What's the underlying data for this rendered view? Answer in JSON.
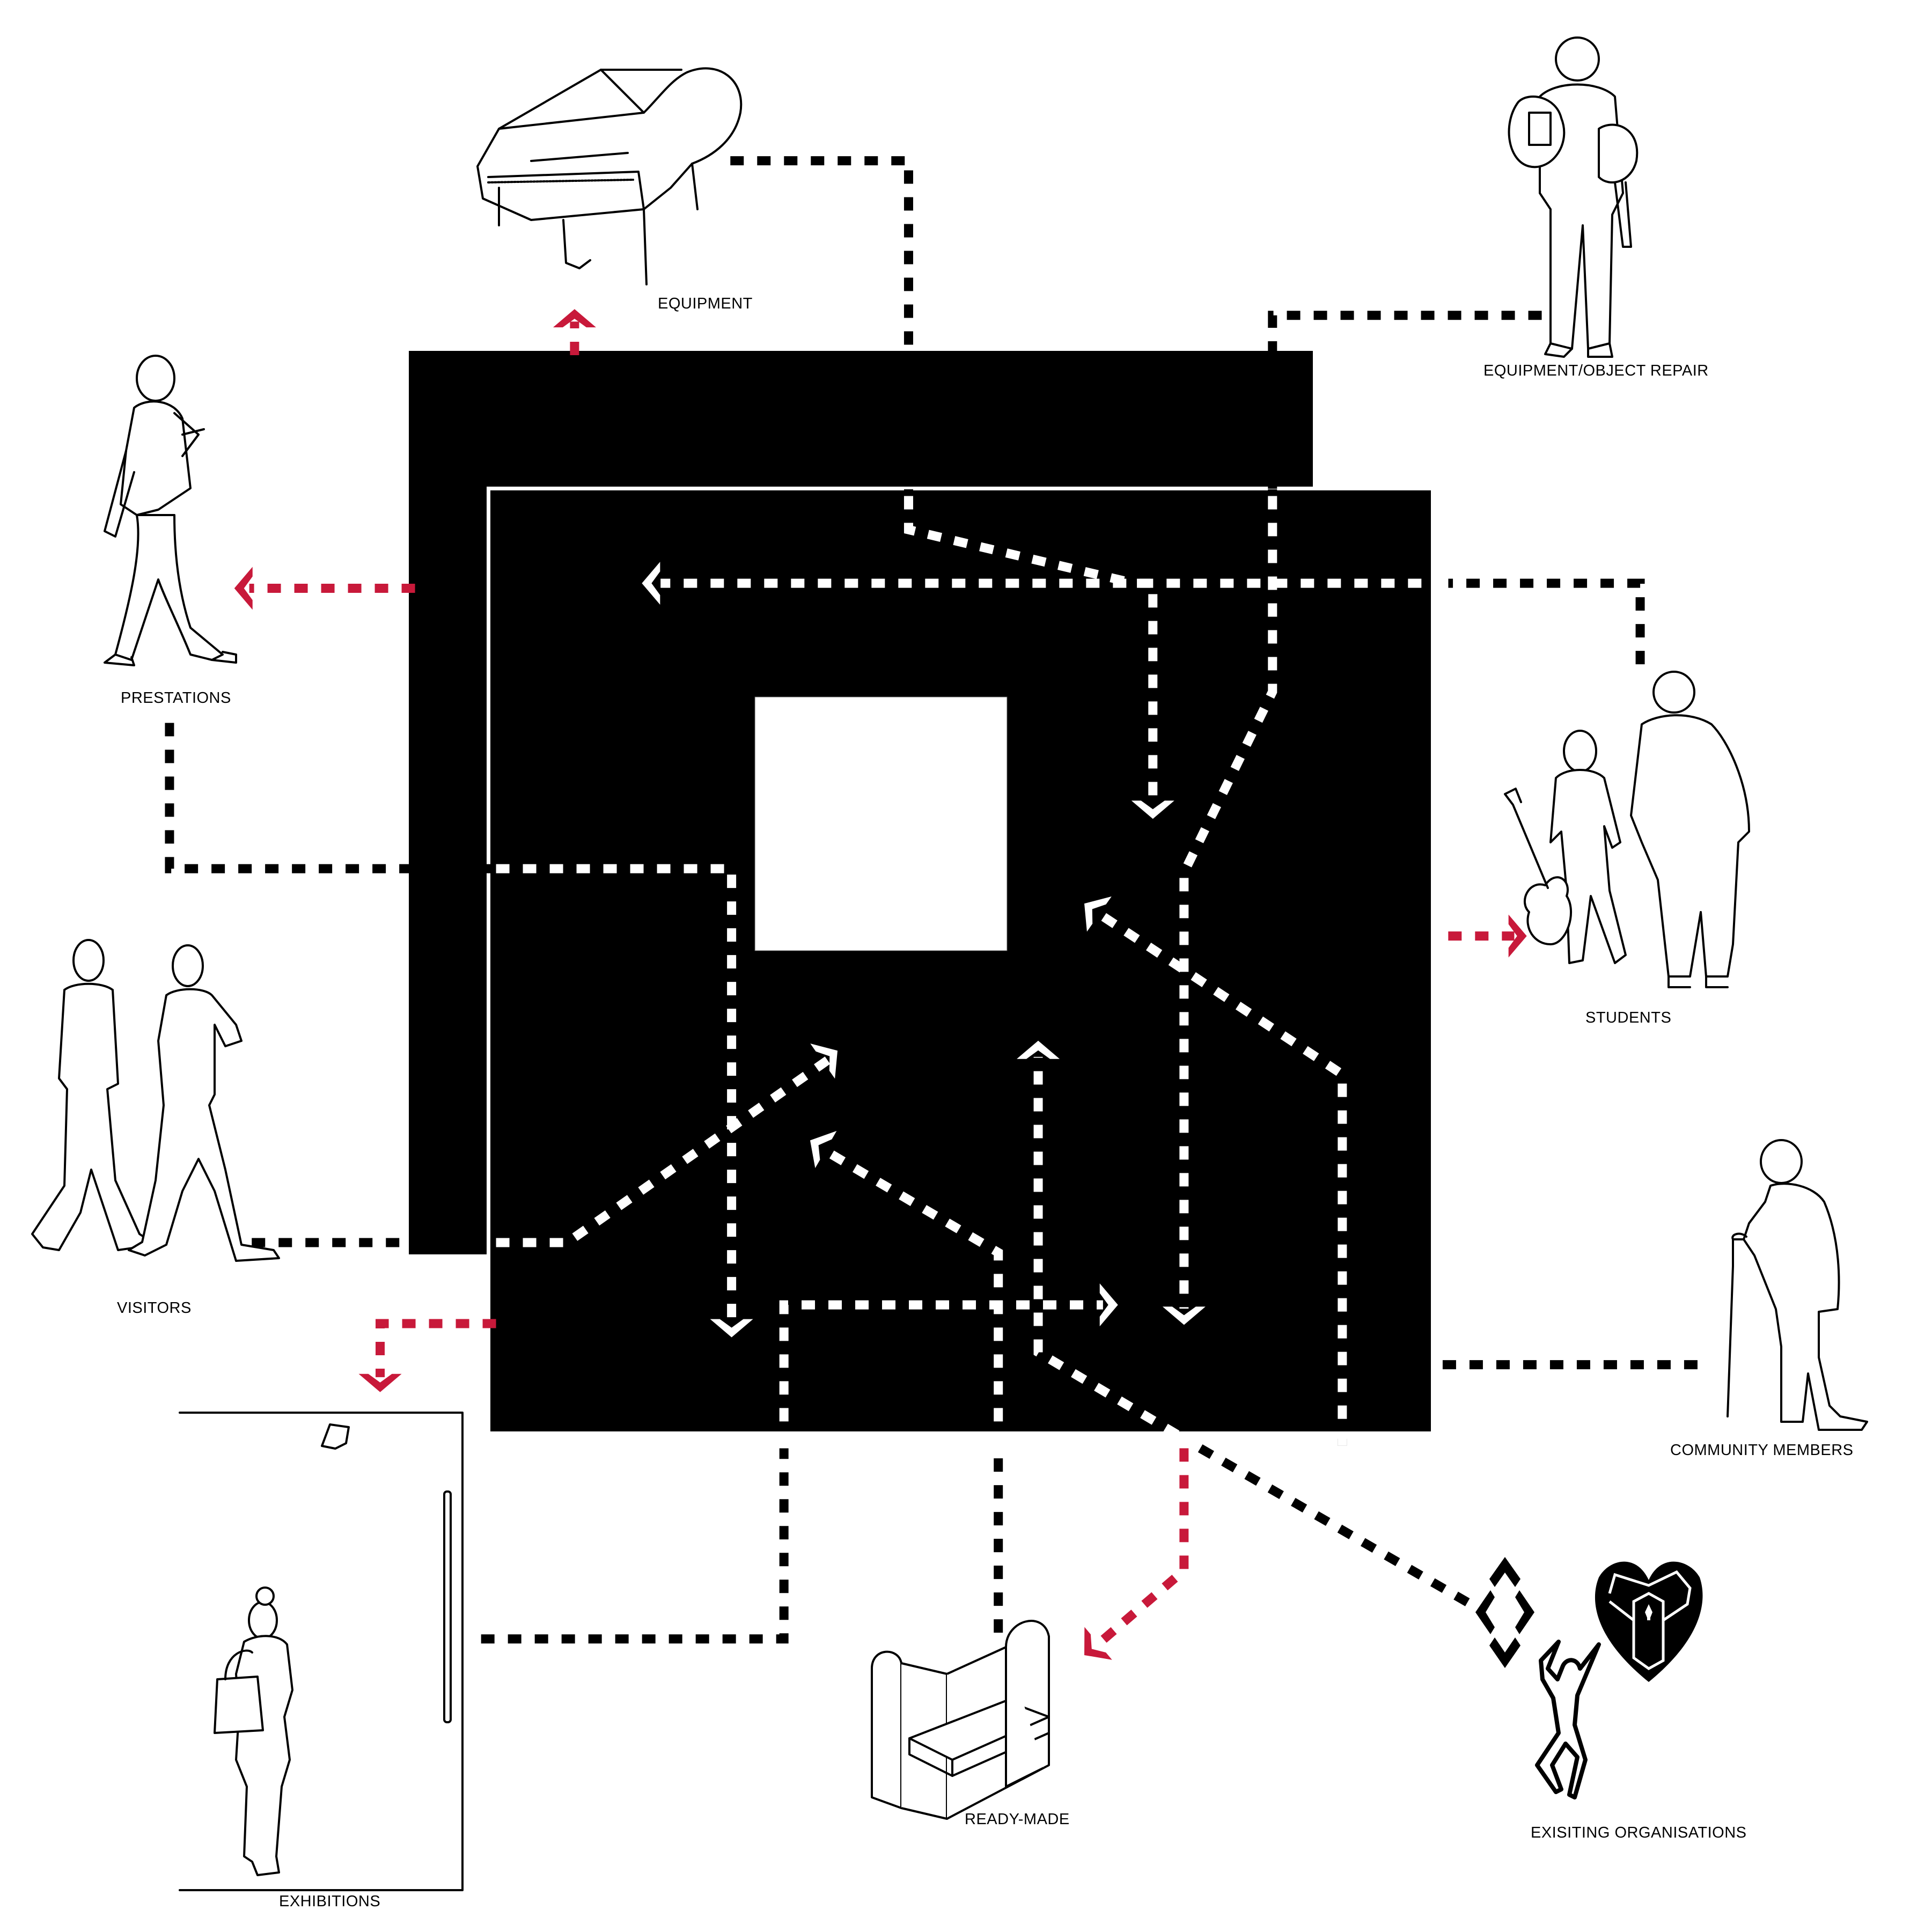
{
  "diagram": {
    "title": "Community music hub flow diagram",
    "colors": {
      "background": "#ffffff",
      "building": "#000000",
      "inner_path": "#ffffff",
      "outer_path": "#000000",
      "outgoing_path": "#C8193A"
    },
    "actors": [
      {
        "id": "equipment",
        "label": "EQUIPMENT",
        "icon": "grand-piano-icon"
      },
      {
        "id": "repair",
        "label": "EQUIPMENT/OBJECT REPAIR",
        "icon": "person-with-guitars-icon"
      },
      {
        "id": "prestations",
        "label": "PRESTATIONS",
        "icon": "singer-with-microphone-icon"
      },
      {
        "id": "students",
        "label": "STUDENTS",
        "icon": "adult-and-child-with-guitar-icon"
      },
      {
        "id": "visitors",
        "label": "VISITORS",
        "icon": "walking-couple-icon"
      },
      {
        "id": "community",
        "label": "COMMUNITY MEMBERS",
        "icon": "elderly-person-with-cane-icon"
      },
      {
        "id": "exhibitions",
        "label": "EXHIBITIONS",
        "icon": "gallery-visitor-icon"
      },
      {
        "id": "readymade",
        "label": "READY-MADE",
        "icon": "bench-icon"
      },
      {
        "id": "organisations",
        "label": "EXISITING ORGANISATIONS",
        "icon": "organisation-logos-icon"
      }
    ],
    "flow_types": [
      {
        "id": "incoming",
        "description": "Black dashed paths into the building",
        "color": "#000000"
      },
      {
        "id": "internal",
        "description": "White dashed paths inside the building",
        "color": "#ffffff"
      },
      {
        "id": "outgoing",
        "description": "Red dashed arrows out of the building",
        "color": "#C8193A"
      }
    ]
  }
}
